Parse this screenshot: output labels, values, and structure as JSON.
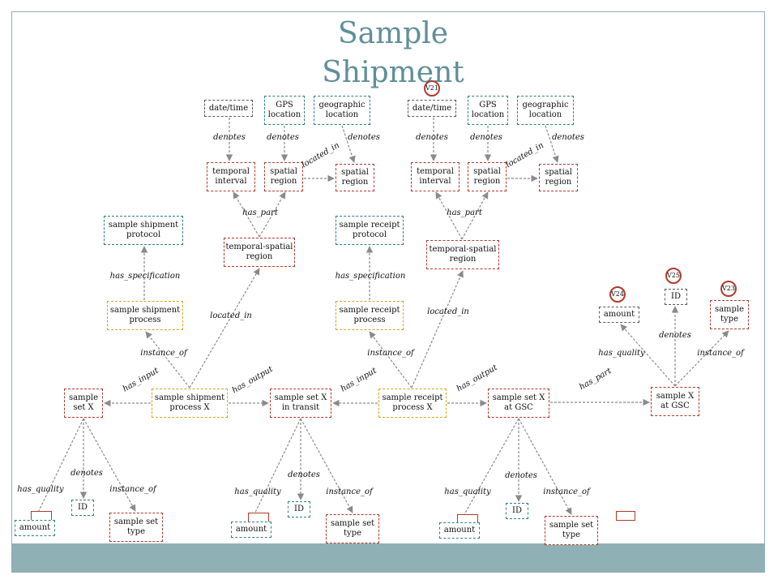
{
  "title": "Sample Shipment",
  "nodes": {
    "dt1": "date/time",
    "gps1": "GPS location",
    "geo1": "geographic location",
    "ti1": "temporal interval",
    "sr1a": "spatial region",
    "sr1b": "spatial region",
    "tsr1": "temporal-spatial region",
    "ssp_protocol": "sample shipment protocol",
    "ssp_process": "sample shipment process",
    "set_x": "sample set X",
    "ssp_x": "sample shipment process X",
    "set_transit": "sample set X in transit",
    "dt2": "date/time",
    "gps2": "GPS location",
    "geo2": "geographic location",
    "ti2": "temporal interval",
    "sr2a": "spatial region",
    "sr2b": "spatial region",
    "tsr2": "temporal-spatial region",
    "srp_protocol": "sample receipt protocol",
    "srp_process": "sample receipt process",
    "srp_x": "sample receipt process X",
    "set_gsc": "sample set X at GSC",
    "amount_top": "amount",
    "id_top": "ID",
    "sample_type": "sample type",
    "sample_x_gsc": "sample X at GSC",
    "amount1": "amount",
    "id1": "ID",
    "sst1": "sample set type",
    "amount2": "amount",
    "id2": "ID",
    "sst2": "sample set type",
    "amount3": "amount",
    "id3": "ID",
    "sst3": "sample set type"
  },
  "edge_labels": {
    "denotes": "denotes",
    "located_in": "located_in",
    "has_part": "has_part",
    "has_specification": "has_specification",
    "instance_of": "instance_of",
    "has_input": "has_input",
    "has_output": "has_output",
    "has_quality": "has_quality"
  },
  "badges": {
    "v21": "V21",
    "v24": "V24",
    "v25": "V25",
    "v23": "V23"
  },
  "colors": {
    "title": "#5f8f98",
    "frame": "#8fb0b4",
    "gray_border": "#5a5a5a",
    "teal_border": "#2f7f83",
    "red_border": "#b23a2e",
    "yellow_border": "#d8a612"
  }
}
